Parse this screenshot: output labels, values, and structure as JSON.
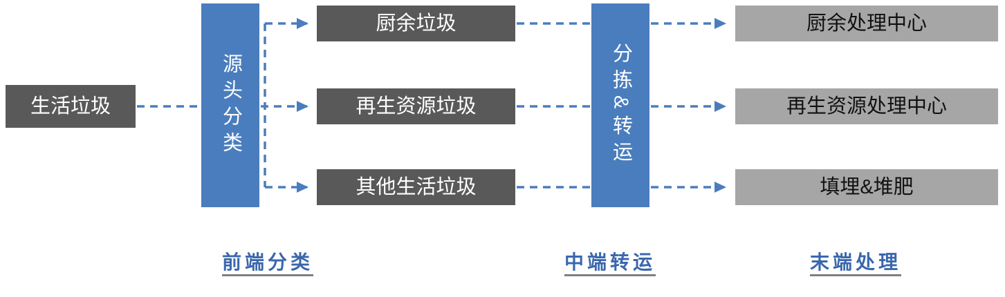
{
  "diagram": {
    "source_box": {
      "label": "生活垃圾"
    },
    "front_bar": {
      "label": "源头分类"
    },
    "category_boxes": [
      {
        "label": "厨余垃圾"
      },
      {
        "label": "再生资源垃圾"
      },
      {
        "label": "其他生活垃圾"
      }
    ],
    "transfer_bar": {
      "label": "分拣&转运"
    },
    "processing_boxes": [
      {
        "label": "厨余处理中心"
      },
      {
        "label": "再生资源处理中心"
      },
      {
        "label": "填埋&堆肥"
      }
    ],
    "stage_labels": [
      {
        "label": "前端分类"
      },
      {
        "label": "中端转运"
      },
      {
        "label": "末端处理"
      }
    ],
    "colors": {
      "dark_box": "#595959",
      "light_box": "#a6a6a6",
      "bar_blue": "#4a7dbd",
      "arrow_blue": "#4a7dbd",
      "label_blue": "#3a67ad",
      "underline_gray": "#7f7f7f"
    }
  }
}
